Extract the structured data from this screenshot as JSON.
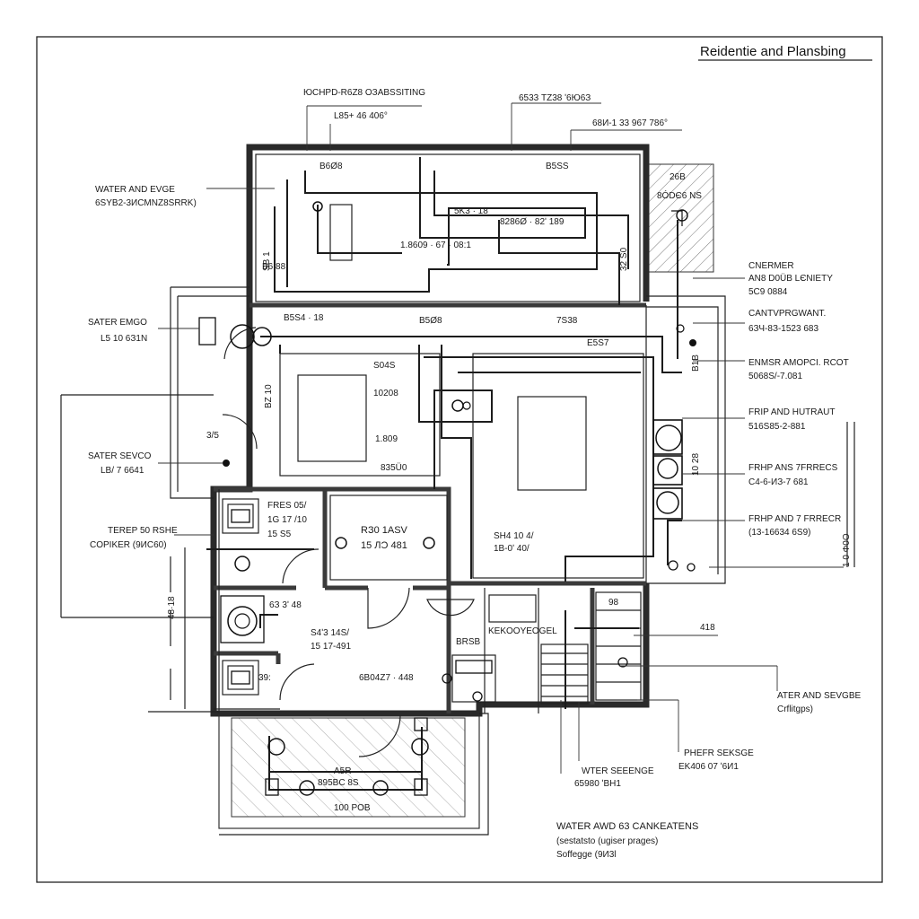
{
  "title": "Reidentie and Plansbing",
  "labels": {
    "top_center": "ЮСНРD-R6Z8 ОЗАВSSITING",
    "top_center_sub": "L85+ 46 406°",
    "top_right_a": "6533 ТZ38 ʹ6Ю6З",
    "top_right_b": "68И-1 33 967 786°",
    "water_evge": "WATER AND EVGE",
    "water_evge_sub": "6SYB2-3ИCMNZ8SRRK)",
    "sater_emgo": "SATER EMGO",
    "sater_emgo_sub": "L5 10 6З1N",
    "sater_sevco": "SATER SEVCO",
    "sater_sevco_sub": "LB/ 7 6641",
    "terep": "TEREP 50 RSHE",
    "terep_sub": "COPIKER (9ИC60)",
    "cnermer": "CNERMER",
    "cnermer_sub": "AN8 D0ÜB LЄNIETY",
    "cnermer_sub2": "5C9 0884",
    "cantvp": "CANTVPRGWANT.",
    "cantvp_sub": "6ЗЧ-8З-1523 683",
    "enmsr": "ENMSR AMOPCI. RCOT",
    "enmsr_sub": "5068S/-7.081",
    "frip1": "FRIP AND HUTRAUT",
    "frip1_sub": "516S85-2-881",
    "frhp1": "FRHP ANS 7FRRECS",
    "frhp1_sub": "C4-6-ИЗ-7 681",
    "frhp2": "FRHP AND 7 FRRECR",
    "frhp2_sub": "(13-16634 6S9)",
    "side_vertical": "1 0 Ф0О",
    "ater_sevgbe": "ATER AND SEVGBE",
    "ater_sevgbe_sub": "Crflitgps)",
    "phefr": "PHEFR SEKSGE",
    "phefr_sub": "EK406 07 ʹ6И1",
    "wter": "WTER SEEENGE",
    "wter_sub": "65980 ʹBH1",
    "footer1": "WATER AWD 63 CANKEATENS",
    "footer2": "(sestatsto (ugiser prages)",
    "footer3": "Soffegge (9И3l"
  },
  "room_labels": {
    "r1": "B6Ø8",
    "r2": "B5SS",
    "r3": "5K3 · 18",
    "r4": "8286Ø · 82ʹ 189",
    "r5": "1.8609 · 67 · 08:1",
    "r6": "B6 88",
    "r7": "26B",
    "r8": "8ÓDЄ6 NS",
    "r9": "B5S4 · 18",
    "r10": "B5Ø8",
    "r11": "7S38",
    "r12": "E5S7",
    "r13": "S04S",
    "r14": "10208",
    "r15": "1.809",
    "r16": "835Ü0",
    "r17": "FRES 05/",
    "r18": "1G 17 /10",
    "r19": "15 S5",
    "r20": "RЗ0 1ASV",
    "r21": "15 ЛƆ 481",
    "r22": "SH4 10 4/",
    "r23": "1B-0ʹ 40/",
    "r24": "6З 3ʹ 48",
    "r25": "S4ʹ3 14S/",
    "r26": "15 17-491",
    "r27": "6B04Z7 · 448",
    "r28": "98",
    "r29": "KEKOOYEOGEL",
    "r30": "BRSB",
    "r31": "39:",
    "r32": "A5R",
    "r33": "895BC 8S",
    "r34": "100 POB",
    "r35": "SB 1",
    "r36": "BZ 10",
    "r37": "10 28",
    "r38": "B1B",
    "r39": "48·18",
    "r40": "418",
    "r41": "32 S0",
    "r42": "3/5"
  }
}
